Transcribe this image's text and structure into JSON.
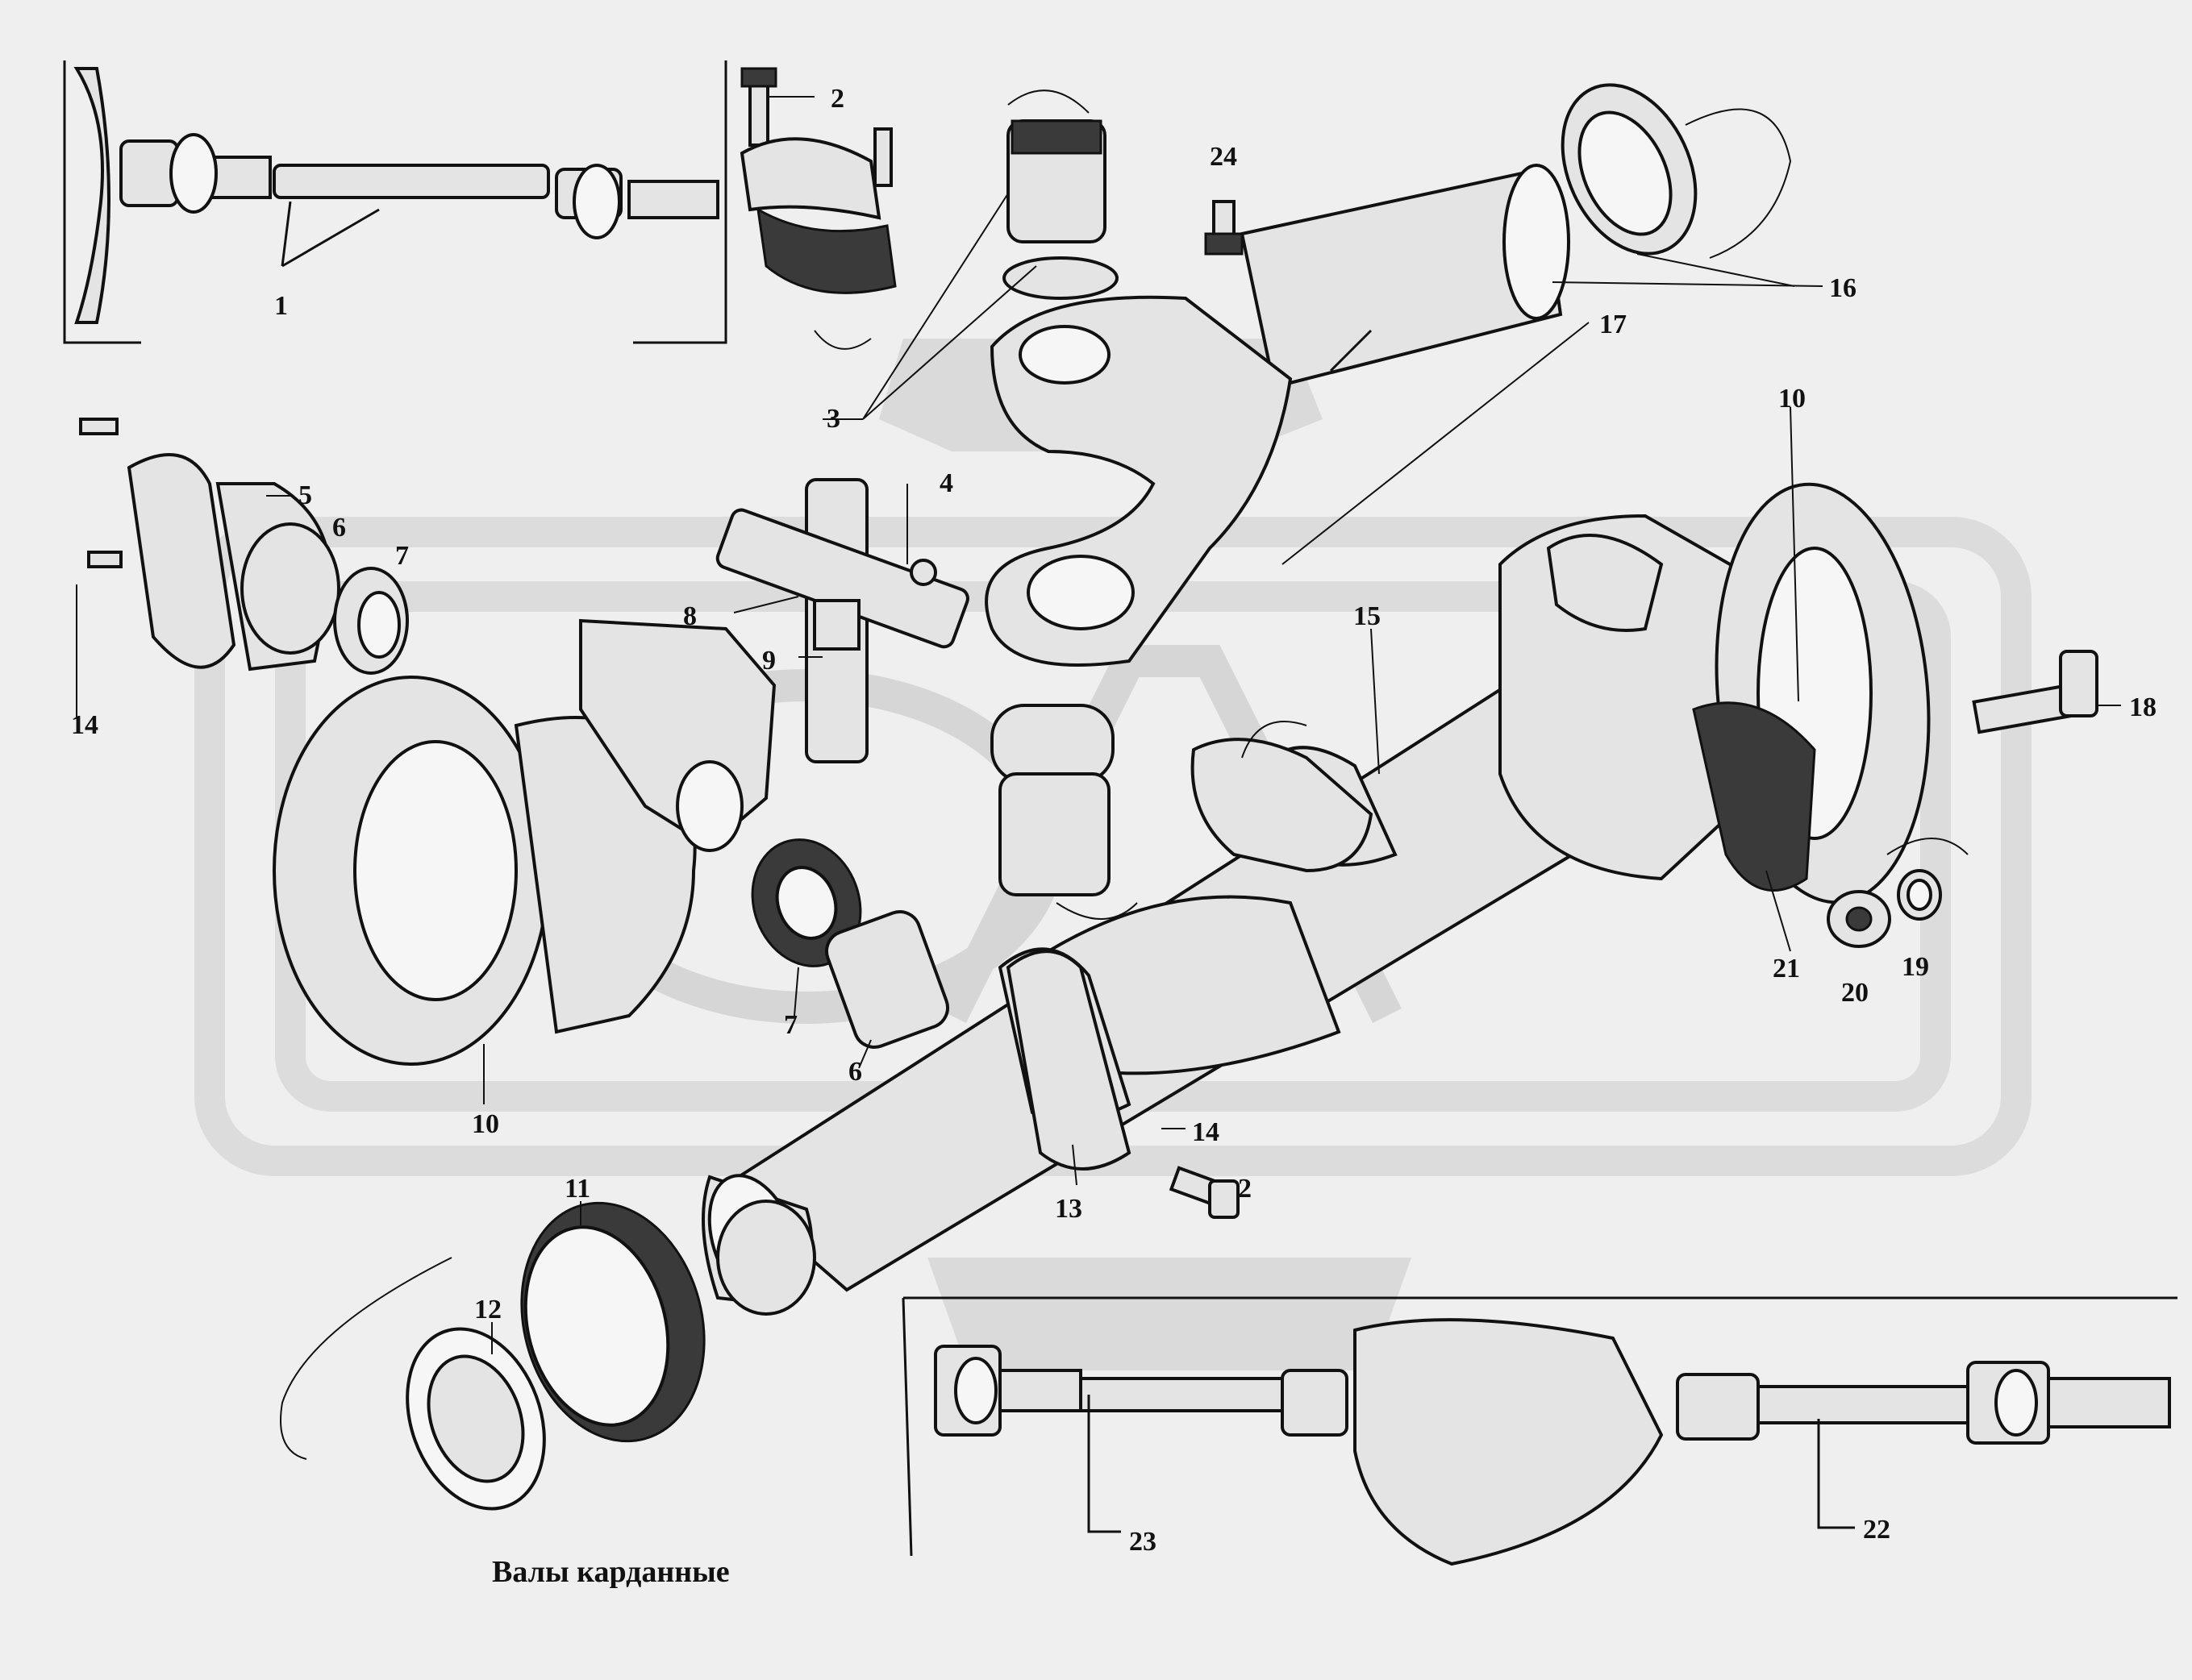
{
  "caption": "Валы карданные",
  "callouts": [
    {
      "id": "c1",
      "text": "1"
    },
    {
      "id": "c2a",
      "text": "2"
    },
    {
      "id": "c2b",
      "text": "2"
    },
    {
      "id": "c3",
      "text": "3"
    },
    {
      "id": "c4",
      "text": "4"
    },
    {
      "id": "c5",
      "text": "5"
    },
    {
      "id": "c6a",
      "text": "6"
    },
    {
      "id": "c6b",
      "text": "6"
    },
    {
      "id": "c7a",
      "text": "7"
    },
    {
      "id": "c7b",
      "text": "7"
    },
    {
      "id": "c8",
      "text": "8"
    },
    {
      "id": "c9",
      "text": "9"
    },
    {
      "id": "c10a",
      "text": "10"
    },
    {
      "id": "c10b",
      "text": "10"
    },
    {
      "id": "c11",
      "text": "11"
    },
    {
      "id": "c12",
      "text": "12"
    },
    {
      "id": "c13",
      "text": "13"
    },
    {
      "id": "c14a",
      "text": "14"
    },
    {
      "id": "c14b",
      "text": "14"
    },
    {
      "id": "c15",
      "text": "15"
    },
    {
      "id": "c16",
      "text": "16"
    },
    {
      "id": "c17",
      "text": "17"
    },
    {
      "id": "c18",
      "text": "18"
    },
    {
      "id": "c19",
      "text": "19"
    },
    {
      "id": "c20",
      "text": "20"
    },
    {
      "id": "c21",
      "text": "21"
    },
    {
      "id": "c22",
      "text": "22"
    },
    {
      "id": "c23",
      "text": "23"
    },
    {
      "id": "c24",
      "text": "24"
    }
  ],
  "colors": {
    "background": "#efefef",
    "ink": "#111111",
    "watermark": "#dcdcdc"
  }
}
